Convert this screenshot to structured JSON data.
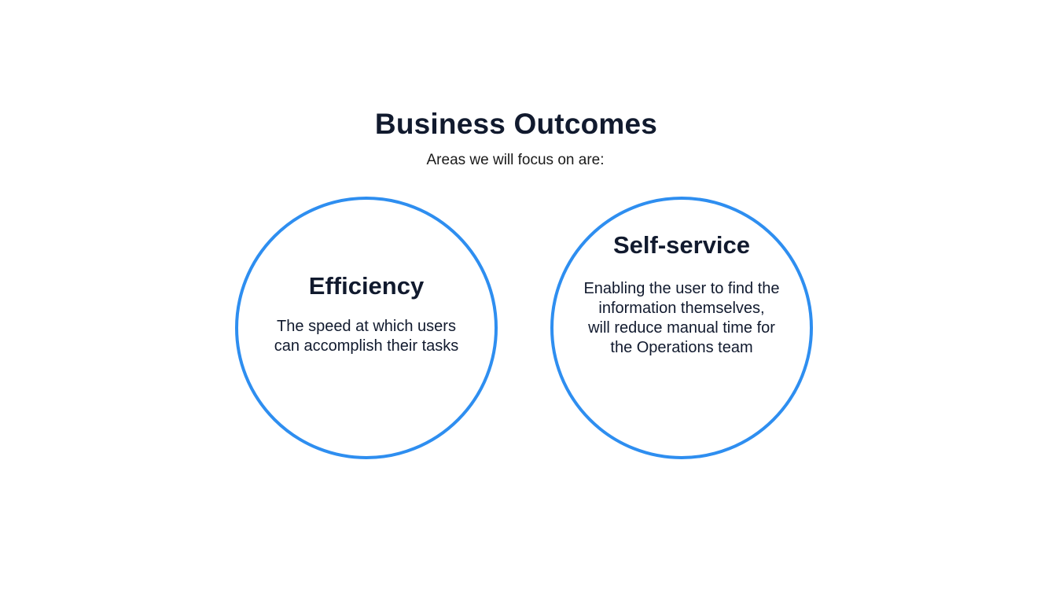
{
  "slide": {
    "title": "Business Outcomes",
    "subtitle": "Areas we will focus on are:",
    "accent_color": "#2e8ef0",
    "text_color": "#111a2e",
    "outcomes": [
      {
        "title": "Efficiency",
        "description_lines": [
          "The speed at which users",
          "can accomplish their tasks"
        ]
      },
      {
        "title": "Self-service",
        "description_lines": [
          "Enabling the user to find the",
          "information themselves,",
          "will reduce manual time for",
          "the Operations team"
        ]
      }
    ]
  }
}
